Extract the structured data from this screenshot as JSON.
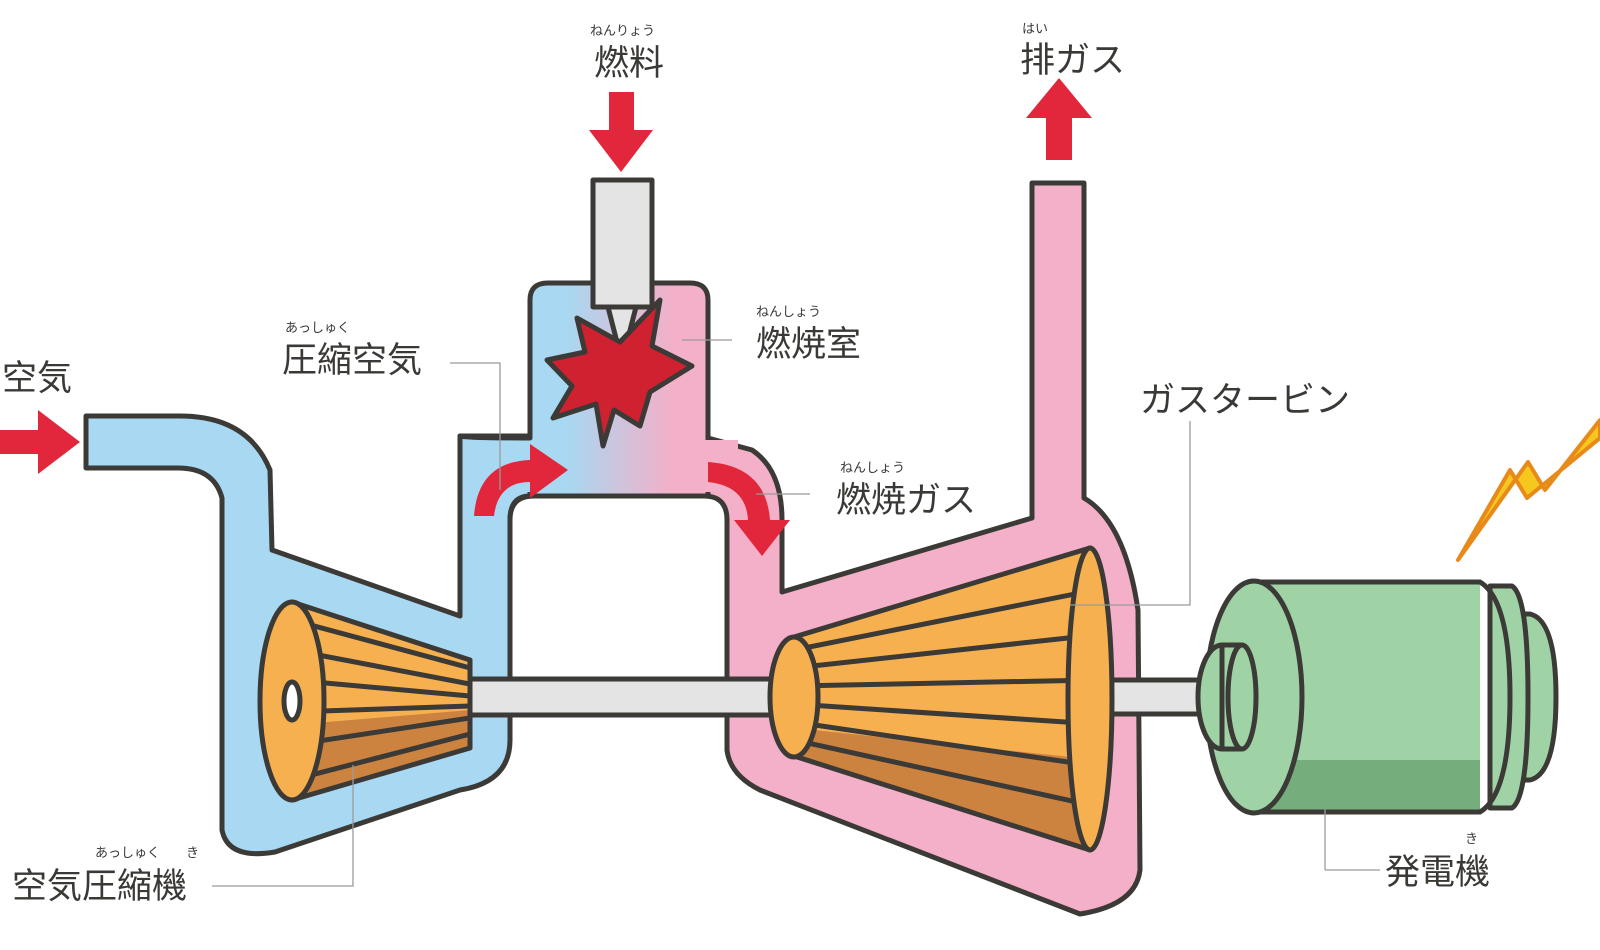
{
  "labels": {
    "air": "空気",
    "compressed_air": "圧縮空気",
    "compressed_air_ruby": "あっしゅく",
    "fuel": "燃料",
    "fuel_ruby": "ねんりょう",
    "exhaust": "排ガス",
    "exhaust_ruby": "はい",
    "combustion_chamber": "燃焼室",
    "combustion_chamber_ruby": "ねんしょう",
    "combustion_gas": "燃焼ガス",
    "combustion_gas_ruby": "ねんしょう",
    "gas_turbine": "ガスタービン",
    "air_compressor": "空気圧縮機",
    "air_compressor_ruby": "あっしゅく　　き",
    "generator": "発電機",
    "generator_ruby": "き"
  },
  "colors": {
    "cold_air": "#a8d8f2",
    "hot_gas": "#f3b0c8",
    "flow_arrow": "#e2263b",
    "blade_orange": "#f6b04f",
    "blade_shadow": "#cd8340",
    "generator_green": "#9fd3a6",
    "generator_green_dark": "#76ad7d",
    "shaft": "#e4e4e4",
    "outline": "#3c3a37",
    "explosion": "#cf2130",
    "spark": "#f6c71f"
  },
  "icons": [
    "explosion-icon",
    "lightning-icon",
    "fuel-nozzle-icon",
    "flow-arrow-icon"
  ]
}
